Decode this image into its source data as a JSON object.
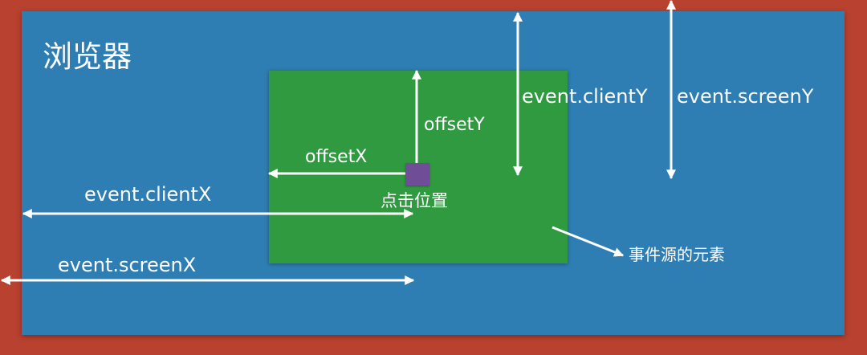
{
  "labels": {
    "browser": "浏览器",
    "offsetY": "offsetY",
    "offsetX": "offsetX",
    "clientX": "event.clientX",
    "screenX": "event.screenX",
    "click_position": "点击位置",
    "clientY": "event.clientY",
    "screenY": "event.screenY",
    "source_element": "事件源的元素"
  },
  "colors": {
    "screen_border": "#b8412f",
    "browser": "#2f7eb3",
    "element": "#2f9a3f",
    "click_point": "#6f4d97",
    "arrows": "#ffffff"
  }
}
